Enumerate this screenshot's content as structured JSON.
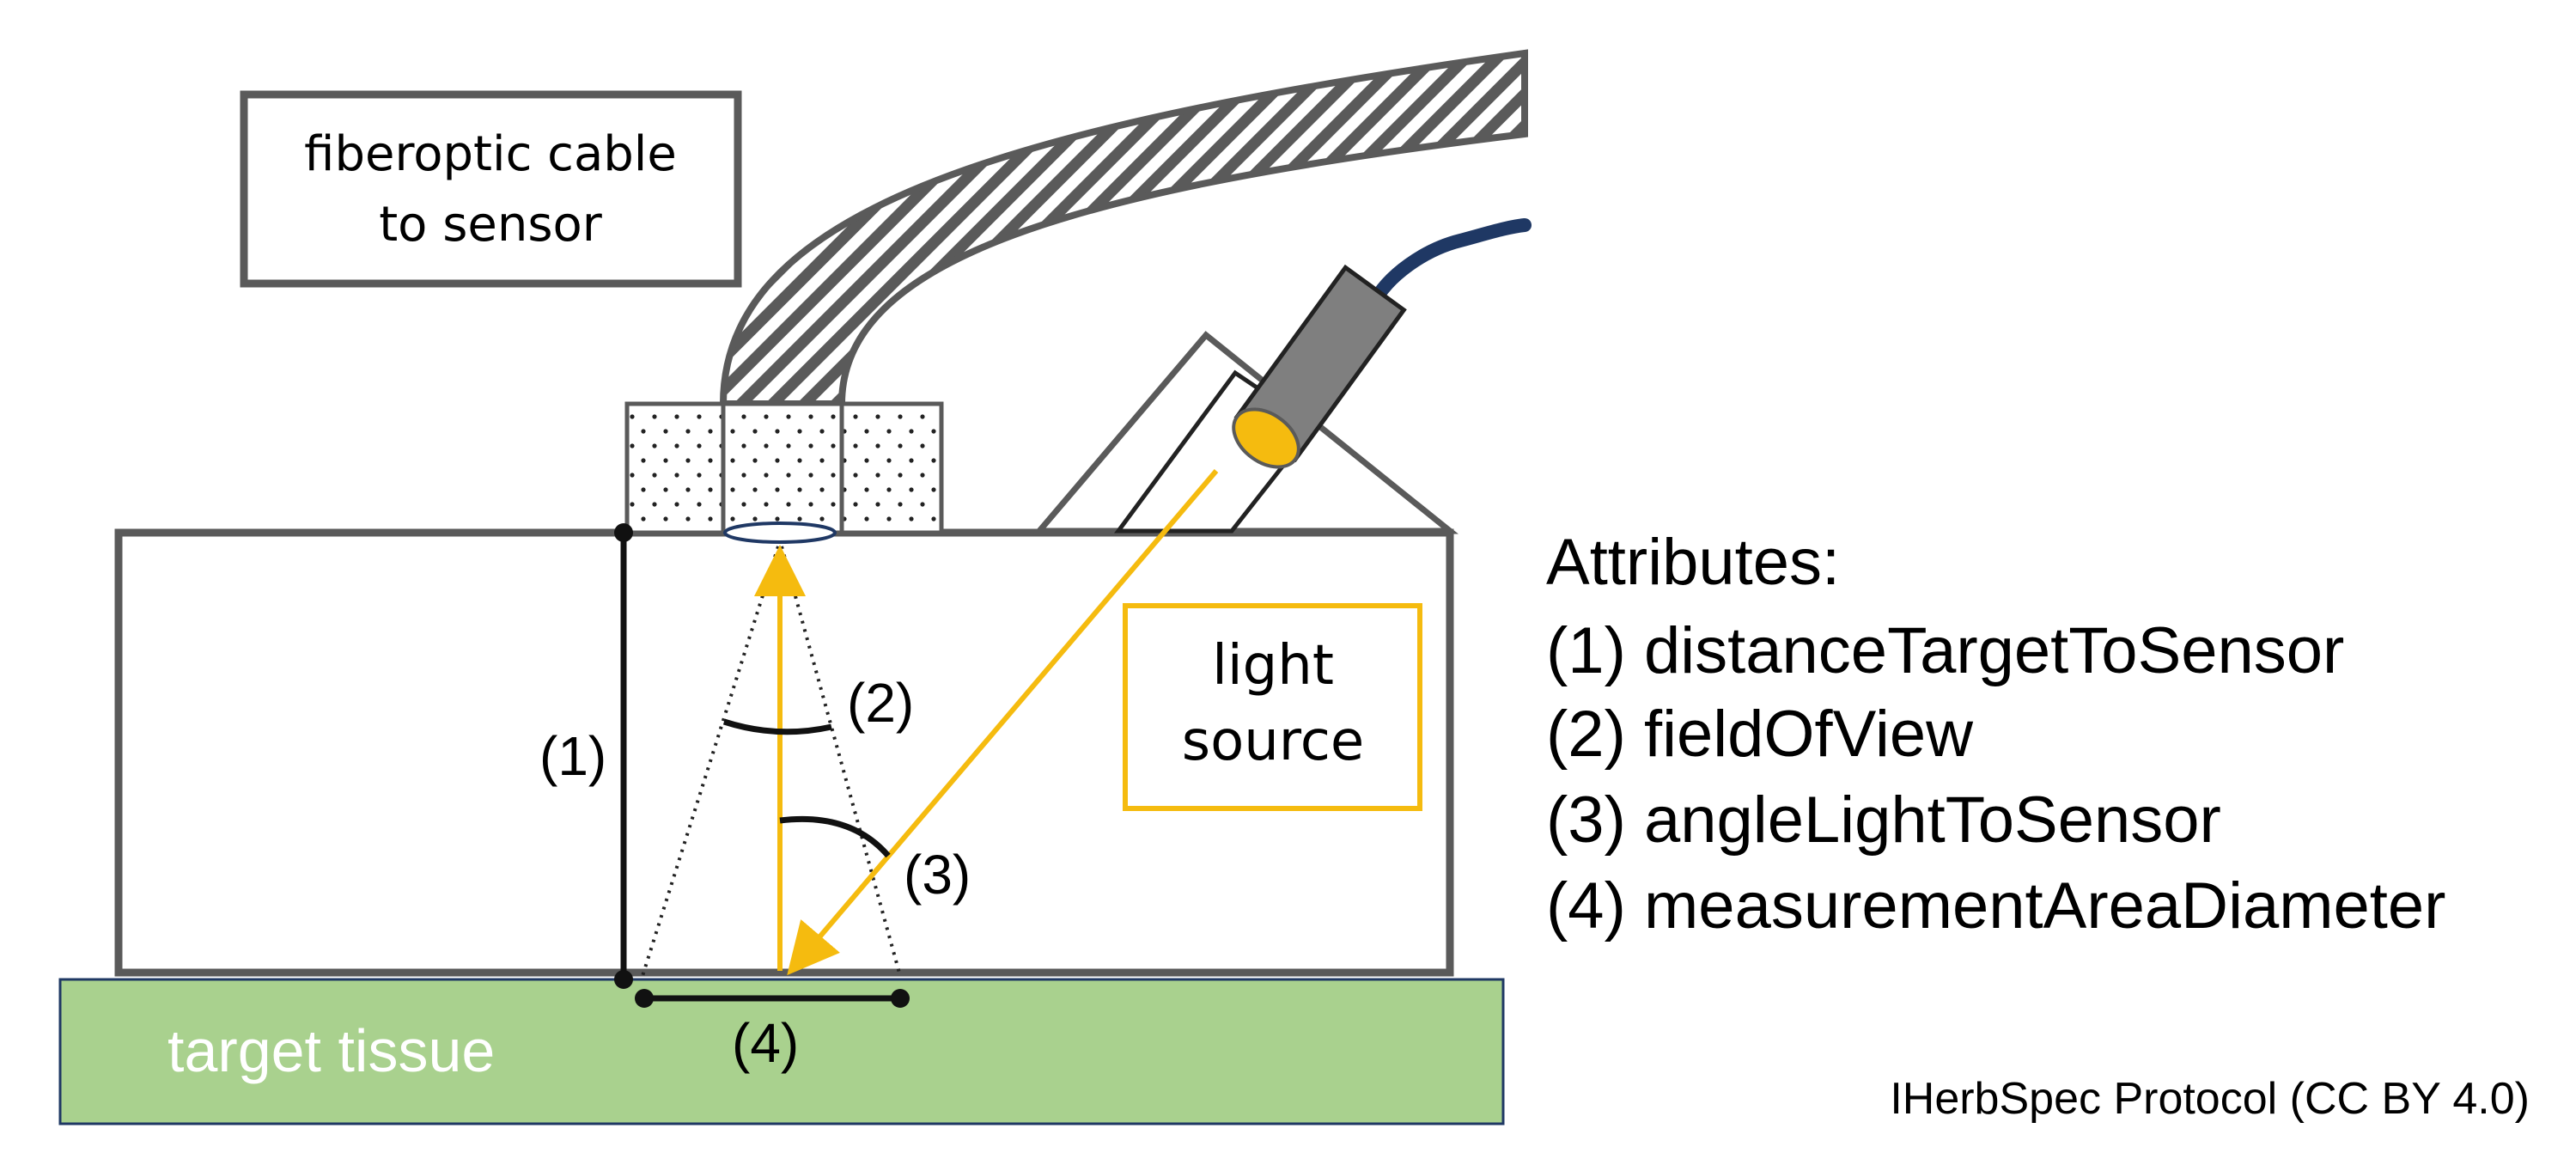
{
  "labels": {
    "cable_box_line1": "fiberoptic cable",
    "cable_box_line2": "to sensor",
    "light_source_line1": "light",
    "light_source_line2": "source",
    "target_tissue": "target tissue",
    "marker_1": "(1)",
    "marker_2": "(2)",
    "marker_3": "(3)",
    "marker_4": "(4)"
  },
  "attributes": {
    "title": "Attributes:",
    "items": [
      "(1) distanceTargetToSensor",
      "(2) fieldOfView",
      "(3) angleLightToSensor",
      "(4) measurementAreaDiameter"
    ]
  },
  "credit": "IHerbSpec Protocol (CC BY 4.0)",
  "colors": {
    "outline": "#5a5a5a",
    "light_yellow": "#f5bb0f",
    "tissue_green": "#a9d18e",
    "tissue_border": "#1f3864",
    "lamp_body": "#7f7f7f",
    "lamp_wire": "#1f3864"
  }
}
